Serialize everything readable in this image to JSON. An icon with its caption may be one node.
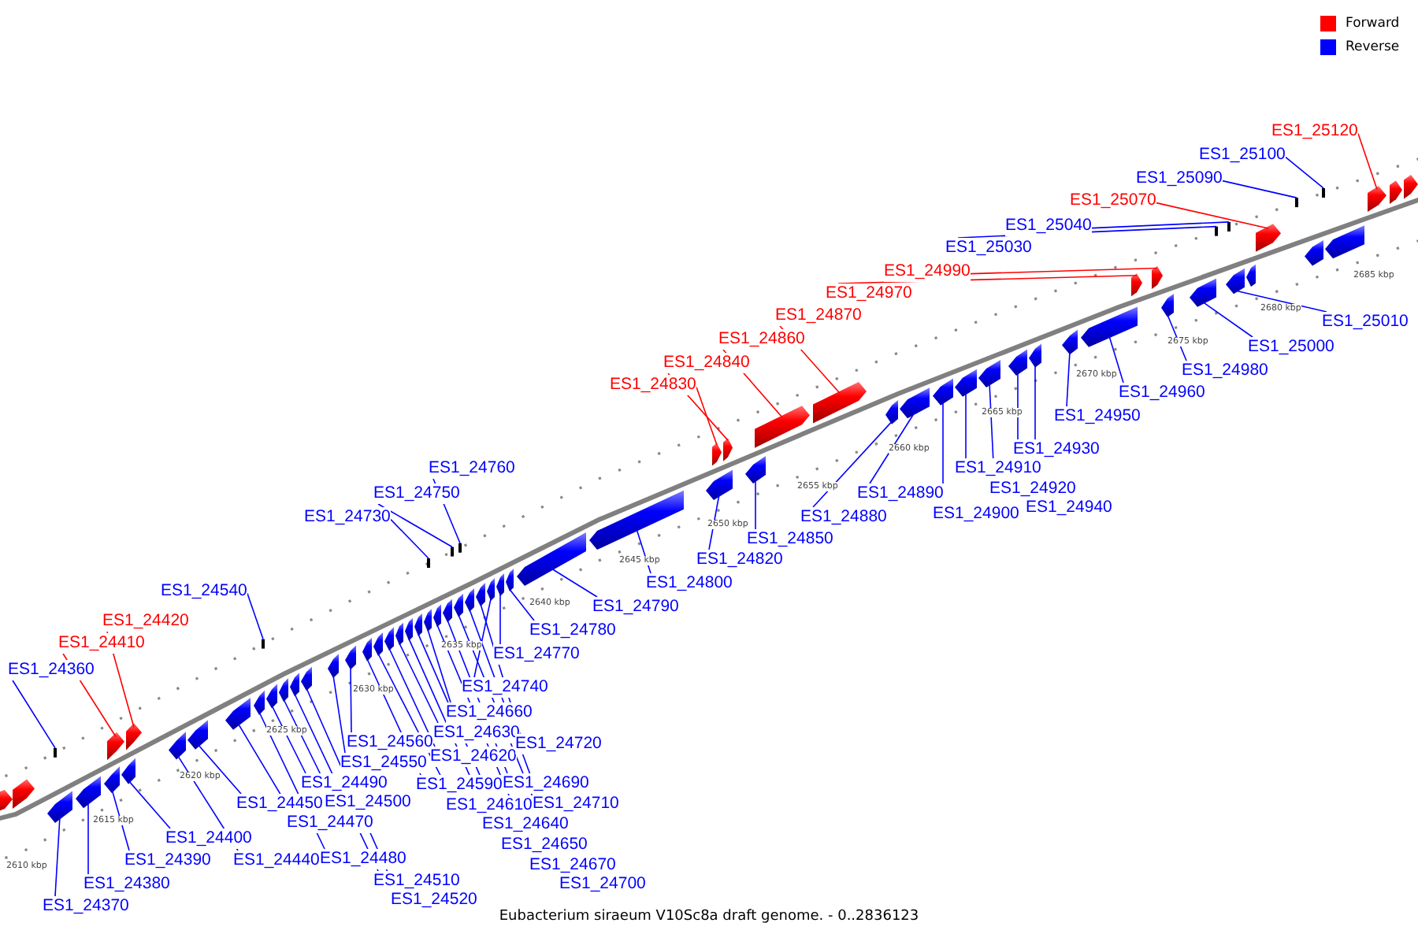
{
  "diagram": {
    "caption": "Eubacterium siraeum V10Sc8a draft genome. - 0..2836123",
    "nodes": [
      {
        "text": [
          "ES1_24360"
        ]
      },
      {
        "text": [
          "ES1_24370"
        ]
      },
      {
        "text": [
          "ES1_24380"
        ]
      },
      {
        "text": [
          "ES1_24390"
        ]
      },
      {
        "text": [
          "ES1_24400"
        ]
      },
      {
        "text": [
          "ES1_24410"
        ]
      },
      {
        "text": [
          "ES1_24420"
        ]
      },
      {
        "text": [
          "ES1_24440"
        ]
      },
      {
        "text": [
          "ES1_24450"
        ]
      },
      {
        "text": [
          "ES1_24470"
        ]
      },
      {
        "text": [
          "ES1_24480"
        ]
      },
      {
        "text": [
          "ES1_24490"
        ]
      },
      {
        "text": [
          "ES1_24500"
        ]
      },
      {
        "text": [
          "ES1_24510"
        ]
      },
      {
        "text": [
          "ES1_24520"
        ]
      },
      {
        "text": [
          "ES1_24540"
        ]
      },
      {
        "text": [
          "ES1_24550"
        ]
      },
      {
        "text": [
          "ES1_24560"
        ]
      },
      {
        "text": [
          "ES1_24590"
        ]
      },
      {
        "text": [
          "ES1_24610"
        ]
      },
      {
        "text": [
          "ES1_24620"
        ]
      },
      {
        "text": [
          "ES1_24630"
        ]
      },
      {
        "text": [
          "ES1_24640"
        ]
      },
      {
        "text": [
          "ES1_24650"
        ]
      },
      {
        "text": [
          "ES1_24660"
        ]
      },
      {
        "text": [
          "ES1_24670"
        ]
      },
      {
        "text": [
          "ES1_24690"
        ]
      },
      {
        "text": [
          "ES1_24700"
        ]
      },
      {
        "text": [
          "ES1_24710"
        ]
      },
      {
        "text": [
          "ES1_24720"
        ]
      },
      {
        "text": [
          "ES1_24730"
        ]
      },
      {
        "text": [
          "ES1_24740"
        ]
      },
      {
        "text": [
          "ES1_24750"
        ]
      },
      {
        "text": [
          "ES1_24760"
        ]
      },
      {
        "text": [
          "ES1_24770"
        ]
      },
      {
        "text": [
          "ES1_24780"
        ]
      },
      {
        "text": [
          "ES1_24790"
        ]
      },
      {
        "text": [
          "ES1_24800"
        ]
      },
      {
        "text": [
          "ES1_24820"
        ]
      },
      {
        "text": [
          "ES1_24830"
        ]
      },
      {
        "text": [
          "ES1_24840"
        ]
      },
      {
        "text": [
          "ES1_24850"
        ]
      },
      {
        "text": [
          "ES1_24860"
        ]
      },
      {
        "text": [
          "ES1_24870"
        ]
      },
      {
        "text": [
          "ES1_24880"
        ]
      },
      {
        "text": [
          "ES1_24890"
        ]
      },
      {
        "text": [
          "ES1_24900"
        ]
      },
      {
        "text": [
          "ES1_24910"
        ]
      },
      {
        "text": [
          "ES1_24920"
        ]
      },
      {
        "text": [
          "ES1_24930"
        ]
      },
      {
        "text": [
          "ES1_24940"
        ]
      },
      {
        "text": [
          "ES1_24950"
        ]
      },
      {
        "text": [
          "ES1_24960"
        ]
      },
      {
        "text": [
          "ES1_24970"
        ]
      },
      {
        "text": [
          "ES1_24980"
        ]
      },
      {
        "text": [
          "ES1_24990"
        ]
      },
      {
        "text": [
          "ES1_25000"
        ]
      },
      {
        "text": [
          "ES1_25010"
        ]
      },
      {
        "text": [
          "ES1_25030"
        ]
      },
      {
        "text": [
          "ES1_25040"
        ]
      },
      {
        "text": [
          "ES1_25070"
        ]
      },
      {
        "text": [
          "ES1_25090"
        ]
      },
      {
        "text": [
          "ES1_25100"
        ]
      },
      {
        "text": [
          "ES1_25120"
        ]
      },
      {
        "text": [],
        "shape": "line"
      },
      {
        "text": [],
        "shape": "bar"
      },
      {
        "text": [],
        "shape": "bar"
      },
      {
        "text": [],
        "shape": "bar"
      },
      {
        "text": [],
        "shape": "bar"
      },
      {
        "text": [],
        "shape": "bar"
      },
      {
        "text": [],
        "shape": "bar"
      },
      {
        "text": [],
        "shape": "bar"
      },
      {
        "text": [],
        "shape": "bar"
      },
      {
        "text": [],
        "shape": "bar"
      },
      {
        "text": [],
        "shape": "bar"
      },
      {
        "text": [],
        "shape": "bar"
      },
      {
        "text": [],
        "shape": "bar"
      },
      {
        "text": [],
        "shape": "bar"
      },
      {
        "text": [],
        "shape": "bar"
      },
      {
        "text": [],
        "shape": "line"
      },
      {
        "text": [],
        "shape": "bar"
      },
      {
        "text": [],
        "shape": "bar"
      },
      {
        "text": [],
        "shape": "bar"
      },
      {
        "text": [],
        "shape": "bar"
      },
      {
        "text": [],
        "shape": "bar"
      },
      {
        "text": [],
        "shape": "bar"
      },
      {
        "text": [],
        "shape": "bar"
      },
      {
        "text": [],
        "shape": "bar"
      },
      {
        "text": [],
        "shape": "bar"
      },
      {
        "text": [],
        "shape": "bar"
      },
      {
        "text": [],
        "shape": "bar"
      },
      {
        "text": [],
        "shape": "bar"
      },
      {
        "text": [],
        "shape": "bar"
      },
      {
        "text": [],
        "shape": "bar"
      },
      {
        "text": [],
        "shape": "line"
      },
      {
        "text": [],
        "shape": "bar"
      },
      {
        "text": [],
        "shape": "line"
      },
      {
        "text": [],
        "shape": "line"
      },
      {
        "text": [],
        "shape": "bar"
      },
      {
        "text": [],
        "shape": "bar"
      },
      {
        "text": [],
        "shape": "bar"
      },
      {
        "text": [],
        "shape": "bar"
      },
      {
        "text": [],
        "shape": "bar"
      },
      {
        "text": [],
        "shape": "bar"
      },
      {
        "text": [],
        "shape": "bar"
      },
      {
        "text": [],
        "shape": "bar"
      },
      {
        "text": [],
        "shape": "bar"
      },
      {
        "text": [],
        "shape": "bar"
      },
      {
        "text": [],
        "shape": "bar"
      },
      {
        "text": [],
        "shape": "bar"
      },
      {
        "text": [],
        "shape": "bar"
      },
      {
        "text": [],
        "shape": "bar"
      },
      {
        "text": [],
        "shape": "bar"
      },
      {
        "text": [],
        "shape": "bar"
      },
      {
        "text": [],
        "shape": "bar"
      },
      {
        "text": [],
        "shape": "bar"
      },
      {
        "text": [],
        "shape": "bar"
      },
      {
        "text": [],
        "shape": "bar"
      },
      {
        "text": [],
        "shape": "bar"
      },
      {
        "text": [],
        "shape": "bar"
      },
      {
        "text": [],
        "shape": "bar"
      },
      {
        "text": [],
        "shape": "bar"
      },
      {
        "text": [],
        "shape": "line"
      },
      {
        "text": [],
        "shape": "line"
      },
      {
        "text": [],
        "shape": "bar"
      },
      {
        "text": [],
        "shape": "line"
      },
      {
        "text": [],
        "shape": "line"
      },
      {
        "text": [],
        "shape": "bar"
      },
      {
        "text": [],
        "shape": "bar"
      },
      {
        "text": [],
        "shape": "bar"
      },
      {
        "text": [],
        "shape": "bar"
      },
      {
        "text": [],
        "shape": "bar"
      },
      {
        "text": [],
        "shape": "bar"
      },
      {
        "text": [],
        "shape": "bar"
      },
      {
        "text": [],
        "shape": "bar"
      }
    ],
    "edges": [
      {
        "from": 0,
        "to": 64,
        "arrow": "none"
      },
      {
        "from": 1,
        "to": 65,
        "arrow": "none"
      },
      {
        "from": 2,
        "to": 66,
        "arrow": "none"
      },
      {
        "from": 3,
        "to": 67,
        "arrow": "none"
      },
      {
        "from": 4,
        "to": 68,
        "arrow": "none"
      },
      {
        "from": 5,
        "to": 69,
        "arrow": "none",
        "color": "#ff0000"
      },
      {
        "from": 6,
        "to": 70,
        "arrow": "none",
        "color": "#ff0000"
      },
      {
        "from": 7,
        "to": 71,
        "arrow": "none"
      },
      {
        "from": 8,
        "to": 72,
        "arrow": "none"
      },
      {
        "from": 9,
        "to": 73,
        "arrow": "none"
      },
      {
        "from": 10,
        "to": 74,
        "arrow": "none"
      },
      {
        "from": 11,
        "to": 75,
        "arrow": "none"
      },
      {
        "from": 12,
        "to": 76,
        "arrow": "none"
      },
      {
        "from": 13,
        "to": 77,
        "arrow": "none"
      },
      {
        "from": 14,
        "to": 78,
        "arrow": "none"
      },
      {
        "from": 15,
        "to": 79,
        "arrow": "none"
      },
      {
        "from": 16,
        "to": 80,
        "arrow": "none"
      },
      {
        "from": 17,
        "to": 81,
        "arrow": "none"
      },
      {
        "from": 18,
        "to": 82,
        "arrow": "none"
      },
      {
        "from": 19,
        "to": 83,
        "arrow": "none"
      },
      {
        "from": 20,
        "to": 84,
        "arrow": "none"
      },
      {
        "from": 21,
        "to": 85,
        "arrow": "none"
      },
      {
        "from": 22,
        "to": 86,
        "arrow": "none"
      },
      {
        "from": 23,
        "to": 87,
        "arrow": "none"
      },
      {
        "from": 24,
        "to": 88,
        "arrow": "none"
      },
      {
        "from": 25,
        "to": 89,
        "arrow": "none"
      },
      {
        "from": 26,
        "to": 90,
        "arrow": "none"
      },
      {
        "from": 27,
        "to": 91,
        "arrow": "none"
      },
      {
        "from": 28,
        "to": 92,
        "arrow": "none"
      },
      {
        "from": 29,
        "to": 93,
        "arrow": "none"
      },
      {
        "from": 30,
        "to": 94,
        "arrow": "none"
      },
      {
        "from": 31,
        "to": 95,
        "arrow": "none"
      },
      {
        "from": 32,
        "to": 96,
        "arrow": "none"
      },
      {
        "from": 33,
        "to": 97,
        "arrow": "none"
      },
      {
        "from": 34,
        "to": 98,
        "arrow": "none"
      },
      {
        "from": 35,
        "to": 99,
        "arrow": "none"
      },
      {
        "from": 36,
        "to": 100,
        "arrow": "none"
      },
      {
        "from": 37,
        "to": 101,
        "arrow": "none"
      },
      {
        "from": 38,
        "to": 102,
        "arrow": "none"
      },
      {
        "from": 39,
        "to": 103,
        "arrow": "none",
        "color": "#ff0000"
      },
      {
        "from": 40,
        "to": 104,
        "arrow": "none",
        "color": "#ff0000"
      },
      {
        "from": 41,
        "to": 105,
        "arrow": "none"
      },
      {
        "from": 42,
        "to": 106,
        "arrow": "none",
        "color": "#ff0000"
      },
      {
        "from": 43,
        "to": 107,
        "arrow": "none",
        "color": "#ff0000"
      },
      {
        "from": 44,
        "to": 108,
        "arrow": "none"
      },
      {
        "from": 45,
        "to": 109,
        "arrow": "none"
      },
      {
        "from": 46,
        "to": 110,
        "arrow": "none"
      },
      {
        "from": 47,
        "to": 111,
        "arrow": "none"
      },
      {
        "from": 48,
        "to": 112,
        "arrow": "none"
      },
      {
        "from": 49,
        "to": 113,
        "arrow": "none"
      },
      {
        "from": 50,
        "to": 114,
        "arrow": "none"
      },
      {
        "from": 51,
        "to": 115,
        "arrow": "none"
      },
      {
        "from": 52,
        "to": 116,
        "arrow": "none"
      },
      {
        "from": 53,
        "to": 117,
        "arrow": "none",
        "color": "#ff0000"
      },
      {
        "from": 54,
        "to": 118,
        "arrow": "none"
      },
      {
        "from": 55,
        "to": 119,
        "arrow": "none",
        "color": "#ff0000"
      },
      {
        "from": 56,
        "to": 120,
        "arrow": "none"
      },
      {
        "from": 57,
        "to": 121,
        "arrow": "none"
      },
      {
        "from": 58,
        "to": 122,
        "arrow": "none"
      },
      {
        "from": 59,
        "to": 123,
        "arrow": "none"
      },
      {
        "from": 60,
        "to": 124,
        "arrow": "none",
        "color": "#ff0000"
      },
      {
        "from": 61,
        "to": 125,
        "arrow": "none"
      },
      {
        "from": 62,
        "to": 126,
        "arrow": "none"
      },
      {
        "from": 63,
        "to": 127,
        "arrow": "none",
        "color": "#ff0000"
      }
    ],
    "labels": [
      "2610 kbp",
      "2615 kbp",
      "2620 kbp",
      "2625 kbp",
      "2630 kbp",
      "2635 kbp",
      "2640 kbp",
      "2645 kbp",
      "2650 kbp",
      "2655 kbp",
      "2660 kbp",
      "2665 kbp",
      "2670 kbp",
      "2675 kbp",
      "2680 kbp",
      "2685 kbp"
    ],
    "legend": [
      {
        "text": "Forward",
        "color": "#ff0000"
      },
      {
        "text": "Reverse",
        "color": "#0000ff"
      }
    ]
  }
}
